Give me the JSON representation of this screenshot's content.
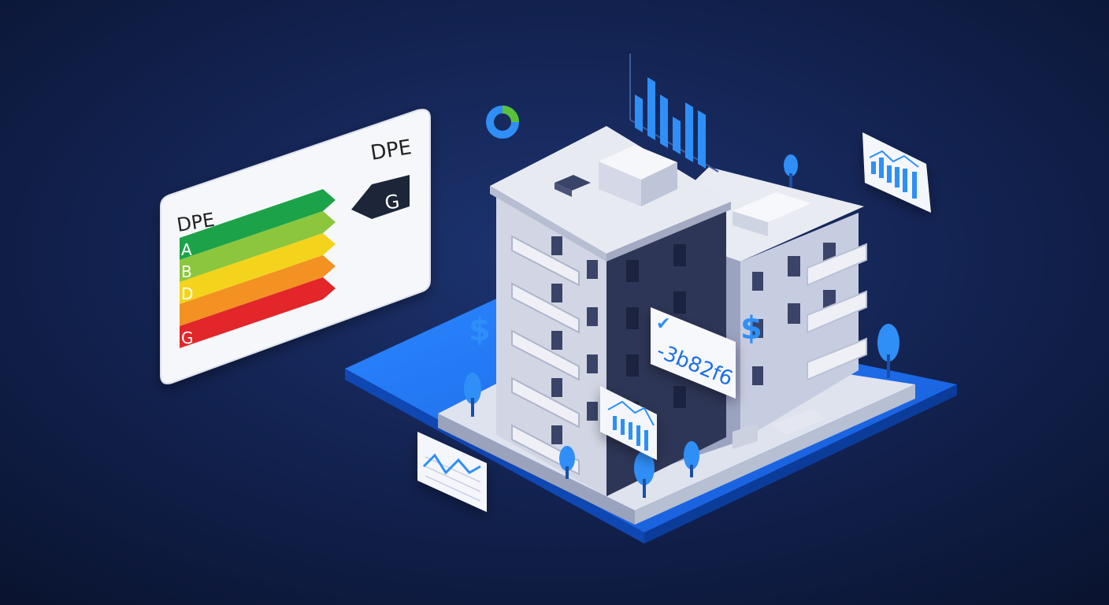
{
  "dpe_card": {
    "title": "DPE",
    "rating_title": "DPE",
    "rating": "G",
    "classes": [
      "A",
      "B",
      "D",
      "G"
    ],
    "band_colors": [
      "#1fa34a",
      "#8cc63e",
      "#f4d31d",
      "#f39121",
      "#e2262a"
    ]
  },
  "building_tag": {
    "check_icon": "checkmark-icon",
    "code": "-3b82f6"
  },
  "colors": {
    "background": "#0d1838",
    "accent_blue": "#1e6fe6",
    "chart_blue": "#2f8ff7",
    "donut_green": "#58c23c"
  },
  "icons": {
    "donut": "donut-chart-icon",
    "bar_chart": "bar-chart-icon",
    "line_chart": "line-chart-icon",
    "dollar_left": "dollar-sign-icon",
    "dollar_right": "dollar-sign-icon",
    "tree": "tree-icon"
  }
}
